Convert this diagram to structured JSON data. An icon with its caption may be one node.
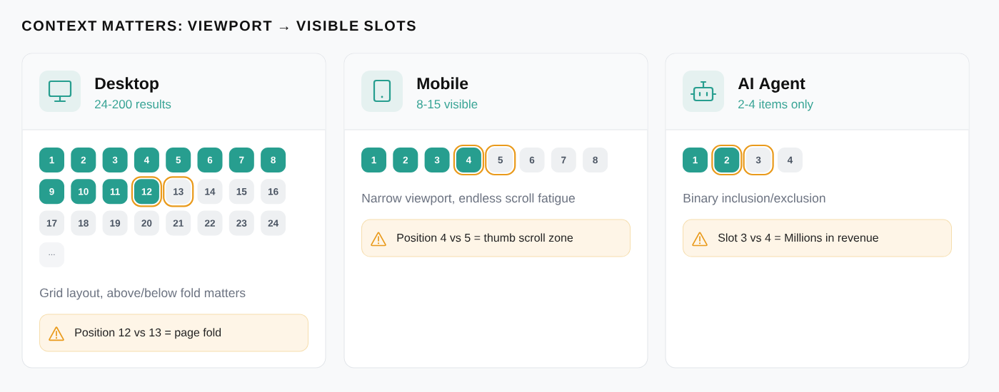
{
  "diagram": {
    "title": "CONTEXT MATTERS: VIEWPORT → VISIBLE SLOTS",
    "nodes": [
      {
        "text": [
          "Desktop",
          "24-200 results",
          "Grid layout, above/below fold matters"
        ]
      },
      {
        "text": [
          "1"
        ],
        "in": 0
      },
      {
        "text": [
          "2"
        ],
        "in": 0
      },
      {
        "text": [
          "3"
        ],
        "in": 0
      },
      {
        "text": [
          "4"
        ],
        "in": 0
      },
      {
        "text": [
          "5"
        ],
        "in": 0
      },
      {
        "text": [
          "6"
        ],
        "in": 0
      },
      {
        "text": [
          "7"
        ],
        "in": 0
      },
      {
        "text": [
          "8"
        ],
        "in": 0
      },
      {
        "text": [
          "9"
        ],
        "in": 0
      },
      {
        "text": [
          "10"
        ],
        "in": 0
      },
      {
        "text": [
          "11"
        ],
        "in": 0
      },
      {
        "text": [
          "12"
        ],
        "in": 0
      },
      {
        "text": [
          "13"
        ],
        "in": 0
      },
      {
        "text": [
          "14"
        ],
        "in": 0
      },
      {
        "text": [
          "15"
        ],
        "in": 0
      },
      {
        "text": [
          "16"
        ],
        "in": 0
      },
      {
        "text": [
          "17"
        ],
        "in": 0
      },
      {
        "text": [
          "18"
        ],
        "in": 0
      },
      {
        "text": [
          "19"
        ],
        "in": 0
      },
      {
        "text": [
          "20"
        ],
        "in": 0
      },
      {
        "text": [
          "21"
        ],
        "in": 0
      },
      {
        "text": [
          "22"
        ],
        "in": 0
      },
      {
        "text": [
          "23"
        ],
        "in": 0
      },
      {
        "text": [
          "24"
        ],
        "in": 0
      },
      {
        "text": [
          "..."
        ],
        "in": 0
      },
      {
        "text": [
          "Position 12 vs 13 = page fold"
        ],
        "in": 0
      },
      {
        "text": [
          "Mobile",
          "8-15 visible",
          "Narrow viewport, endless scroll fatigue"
        ]
      },
      {
        "text": [
          "1"
        ],
        "in": 27
      },
      {
        "text": [
          "2"
        ],
        "in": 27
      },
      {
        "text": [
          "3"
        ],
        "in": 27
      },
      {
        "text": [
          "4"
        ],
        "in": 27
      },
      {
        "text": [
          "5"
        ],
        "in": 27
      },
      {
        "text": [
          "6"
        ],
        "in": 27
      },
      {
        "text": [
          "7"
        ],
        "in": 27
      },
      {
        "text": [
          "8"
        ],
        "in": 27
      },
      {
        "text": [
          "Position 4 vs 5 = thumb scroll zone"
        ],
        "in": 27
      },
      {
        "text": [
          "AI Agent",
          "2-4 items only",
          "Binary inclusion/exclusion"
        ]
      },
      {
        "text": [
          "1"
        ],
        "in": 37
      },
      {
        "text": [
          "2"
        ],
        "in": 37
      },
      {
        "text": [
          "3"
        ],
        "in": 37
      },
      {
        "text": [
          "4"
        ],
        "in": 37
      },
      {
        "text": [
          "Slot 3 vs 4 = Millions in revenue"
        ],
        "in": 37
      }
    ]
  }
}
